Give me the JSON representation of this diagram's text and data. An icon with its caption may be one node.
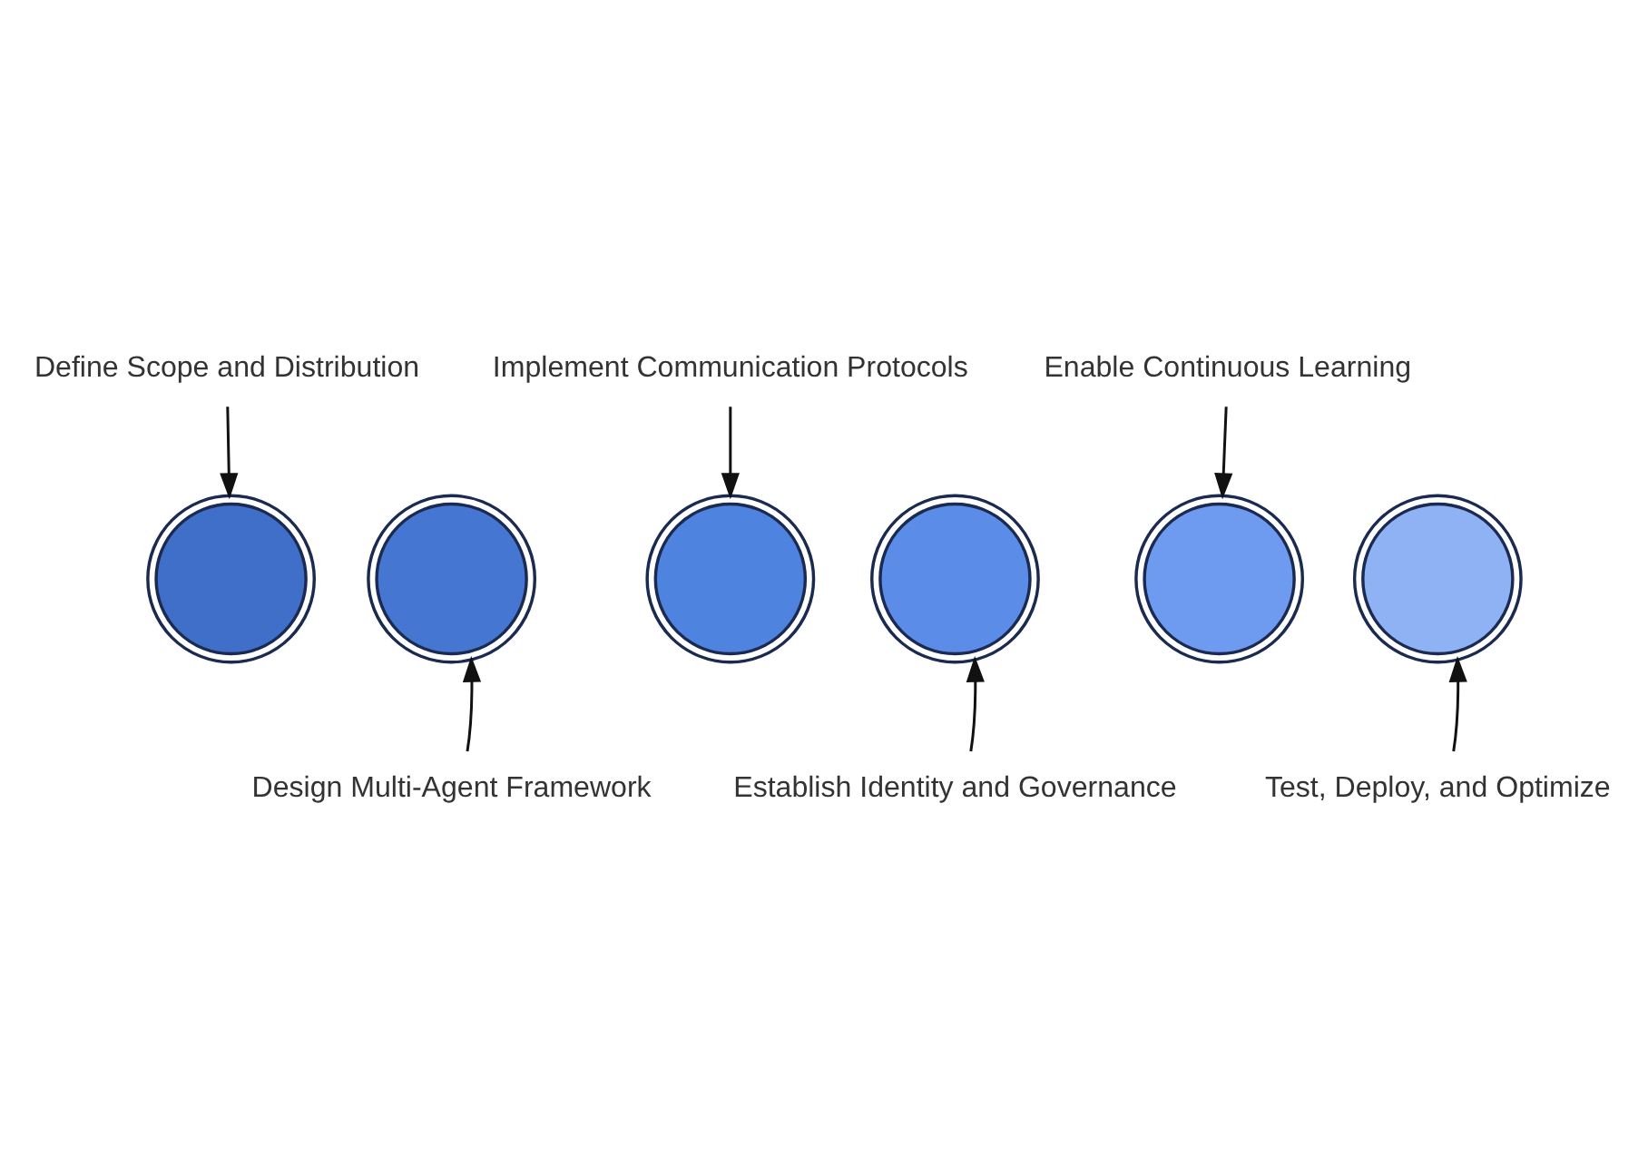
{
  "diagram": {
    "nodes": [
      {
        "text": [
          "Define Scope and Distribution"
        ]
      },
      {
        "text": [
          "Implement Communication Protocols"
        ]
      },
      {
        "text": [
          "Enable Continuous Learning"
        ]
      },
      {
        "text": [],
        "shape": "gear"
      },
      {
        "text": [],
        "shape": "gear"
      },
      {
        "text": [],
        "shape": "gear"
      },
      {
        "text": [],
        "shape": "gear"
      },
      {
        "text": [],
        "shape": "gear"
      },
      {
        "text": [],
        "shape": "gear"
      },
      {
        "text": [
          "Design Multi-Agent Framework"
        ]
      },
      {
        "text": [
          "Establish Identity and Governance"
        ]
      },
      {
        "text": [
          "Test, Deploy, and Optimize"
        ]
      }
    ],
    "edges": [
      {
        "from": 0,
        "to": 3,
        "arrow": "to"
      },
      {
        "from": 9,
        "to": 4,
        "arrow": "to"
      },
      {
        "from": 1,
        "to": 5,
        "arrow": "to"
      },
      {
        "from": 10,
        "to": 6,
        "arrow": "to"
      },
      {
        "from": 2,
        "to": 7,
        "arrow": "to"
      },
      {
        "from": 11,
        "to": 8,
        "arrow": "to"
      }
    ]
  }
}
